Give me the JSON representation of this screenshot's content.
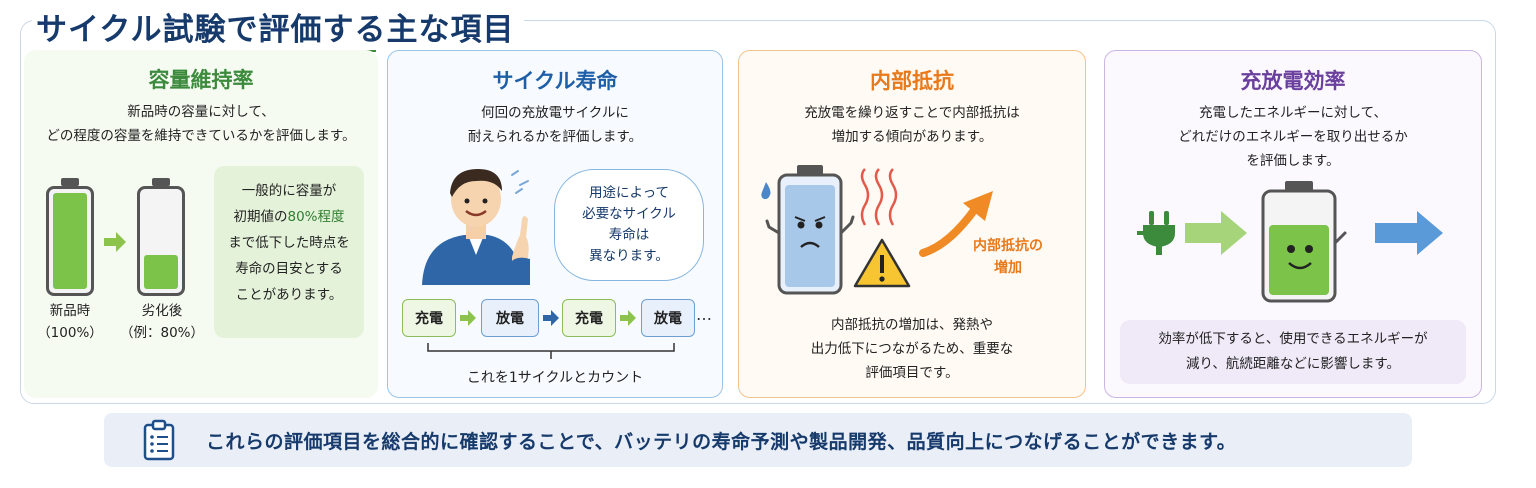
{
  "title": "サイクル試験で評価する主な項目",
  "colors": {
    "navy": "#163a6b",
    "green": "#3c8a3c",
    "blue": "#1f5fa8",
    "orange": "#e87a1c",
    "purple": "#6a3f9e"
  },
  "panels": [
    {
      "title": "容量維持率",
      "desc": [
        "新品時の容量に対して、",
        "どの程度の容量を維持できているかを評価します。"
      ],
      "batteries": [
        {
          "label": "新品時",
          "sub": "（100%）",
          "level": 1.0
        },
        {
          "label": "劣化後",
          "sub": "（例：80%）",
          "level": 0.4
        }
      ],
      "note": {
        "line1": "一般的に容量が",
        "line2_pre": "初期値の",
        "line2_hl": "80%程度",
        "line3": "まで低下した時点を",
        "line4": "寿命の目安とする",
        "line5": "ことがあります。"
      }
    },
    {
      "title": "サイクル寿命",
      "desc": [
        "何回の充放電サイクルに",
        "耐えられるかを評価します。"
      ],
      "bubble": [
        "用途によって",
        "必要なサイクル",
        "寿命は",
        "異なります。"
      ],
      "chips": [
        "充電",
        "放電",
        "充電",
        "放電"
      ],
      "ellipsis": "…",
      "cycle_label": "これを1サイクルとカウント"
    },
    {
      "title": "内部抵抗",
      "desc": [
        "充放電を繰り返すことで内部抵抗は",
        "増加する傾向があります。"
      ],
      "arrow_label": [
        "内部抵抗の",
        "増加"
      ],
      "bottom": [
        "内部抵抗の増加は、発熱や",
        "出力低下につながるため、重要な",
        "評価項目です。"
      ]
    },
    {
      "title": "充放電効率",
      "desc": [
        "充電したエネルギーに対して、",
        "どれだけのエネルギーを取り出せるか",
        "を評価します。"
      ],
      "box": [
        "効率が低下すると、使用できるエネルギーが",
        "減り、航続距離などに影響します。"
      ]
    }
  ],
  "footer": "これらの評価項目を総合的に確認することで、バッテリの寿命予測や製品開発、品質向上につなげることができます。"
}
